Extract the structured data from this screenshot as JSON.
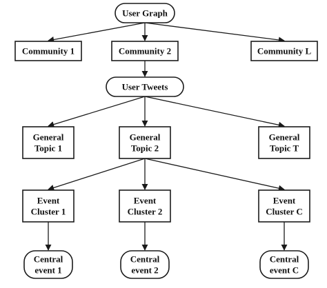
{
  "nodes": [
    {
      "id": "user-graph",
      "shape": "rounded",
      "lines": [
        "User Graph"
      ]
    },
    {
      "id": "community-1",
      "shape": "rect",
      "lines": [
        "Community 1"
      ]
    },
    {
      "id": "community-2",
      "shape": "rect",
      "lines": [
        "Community 2"
      ]
    },
    {
      "id": "community-l",
      "shape": "rect",
      "lines": [
        "Community L"
      ]
    },
    {
      "id": "user-tweets",
      "shape": "rounded",
      "lines": [
        "User Tweets"
      ]
    },
    {
      "id": "general-topic-1",
      "shape": "rect",
      "lines": [
        "General",
        "Topic 1"
      ]
    },
    {
      "id": "general-topic-2",
      "shape": "rect",
      "lines": [
        "General",
        "Topic 2"
      ]
    },
    {
      "id": "general-topic-t",
      "shape": "rect",
      "lines": [
        "General",
        "Topic T"
      ]
    },
    {
      "id": "event-cluster-1",
      "shape": "rect",
      "lines": [
        "Event",
        "Cluster 1"
      ]
    },
    {
      "id": "event-cluster-2",
      "shape": "rect",
      "lines": [
        "Event",
        "Cluster 2"
      ]
    },
    {
      "id": "event-cluster-c",
      "shape": "rect",
      "lines": [
        "Event",
        "Cluster C"
      ]
    },
    {
      "id": "central-event-1",
      "shape": "rounded",
      "lines": [
        "Central",
        "event 1"
      ]
    },
    {
      "id": "central-event-2",
      "shape": "rounded",
      "lines": [
        "Central",
        "event 2"
      ]
    },
    {
      "id": "central-event-c",
      "shape": "rounded",
      "lines": [
        "Central",
        "event C"
      ]
    }
  ],
  "edges": [
    {
      "from": "user-graph",
      "to": "community-1"
    },
    {
      "from": "user-graph",
      "to": "community-2"
    },
    {
      "from": "user-graph",
      "to": "community-l"
    },
    {
      "from": "community-2",
      "to": "user-tweets"
    },
    {
      "from": "user-tweets",
      "to": "general-topic-1"
    },
    {
      "from": "user-tweets",
      "to": "general-topic-2"
    },
    {
      "from": "user-tweets",
      "to": "general-topic-t"
    },
    {
      "from": "general-topic-2",
      "to": "event-cluster-1"
    },
    {
      "from": "general-topic-2",
      "to": "event-cluster-2"
    },
    {
      "from": "general-topic-2",
      "to": "event-cluster-c"
    },
    {
      "from": "event-cluster-1",
      "to": "central-event-1"
    },
    {
      "from": "event-cluster-2",
      "to": "central-event-2"
    },
    {
      "from": "event-cluster-c",
      "to": "central-event-c"
    }
  ]
}
